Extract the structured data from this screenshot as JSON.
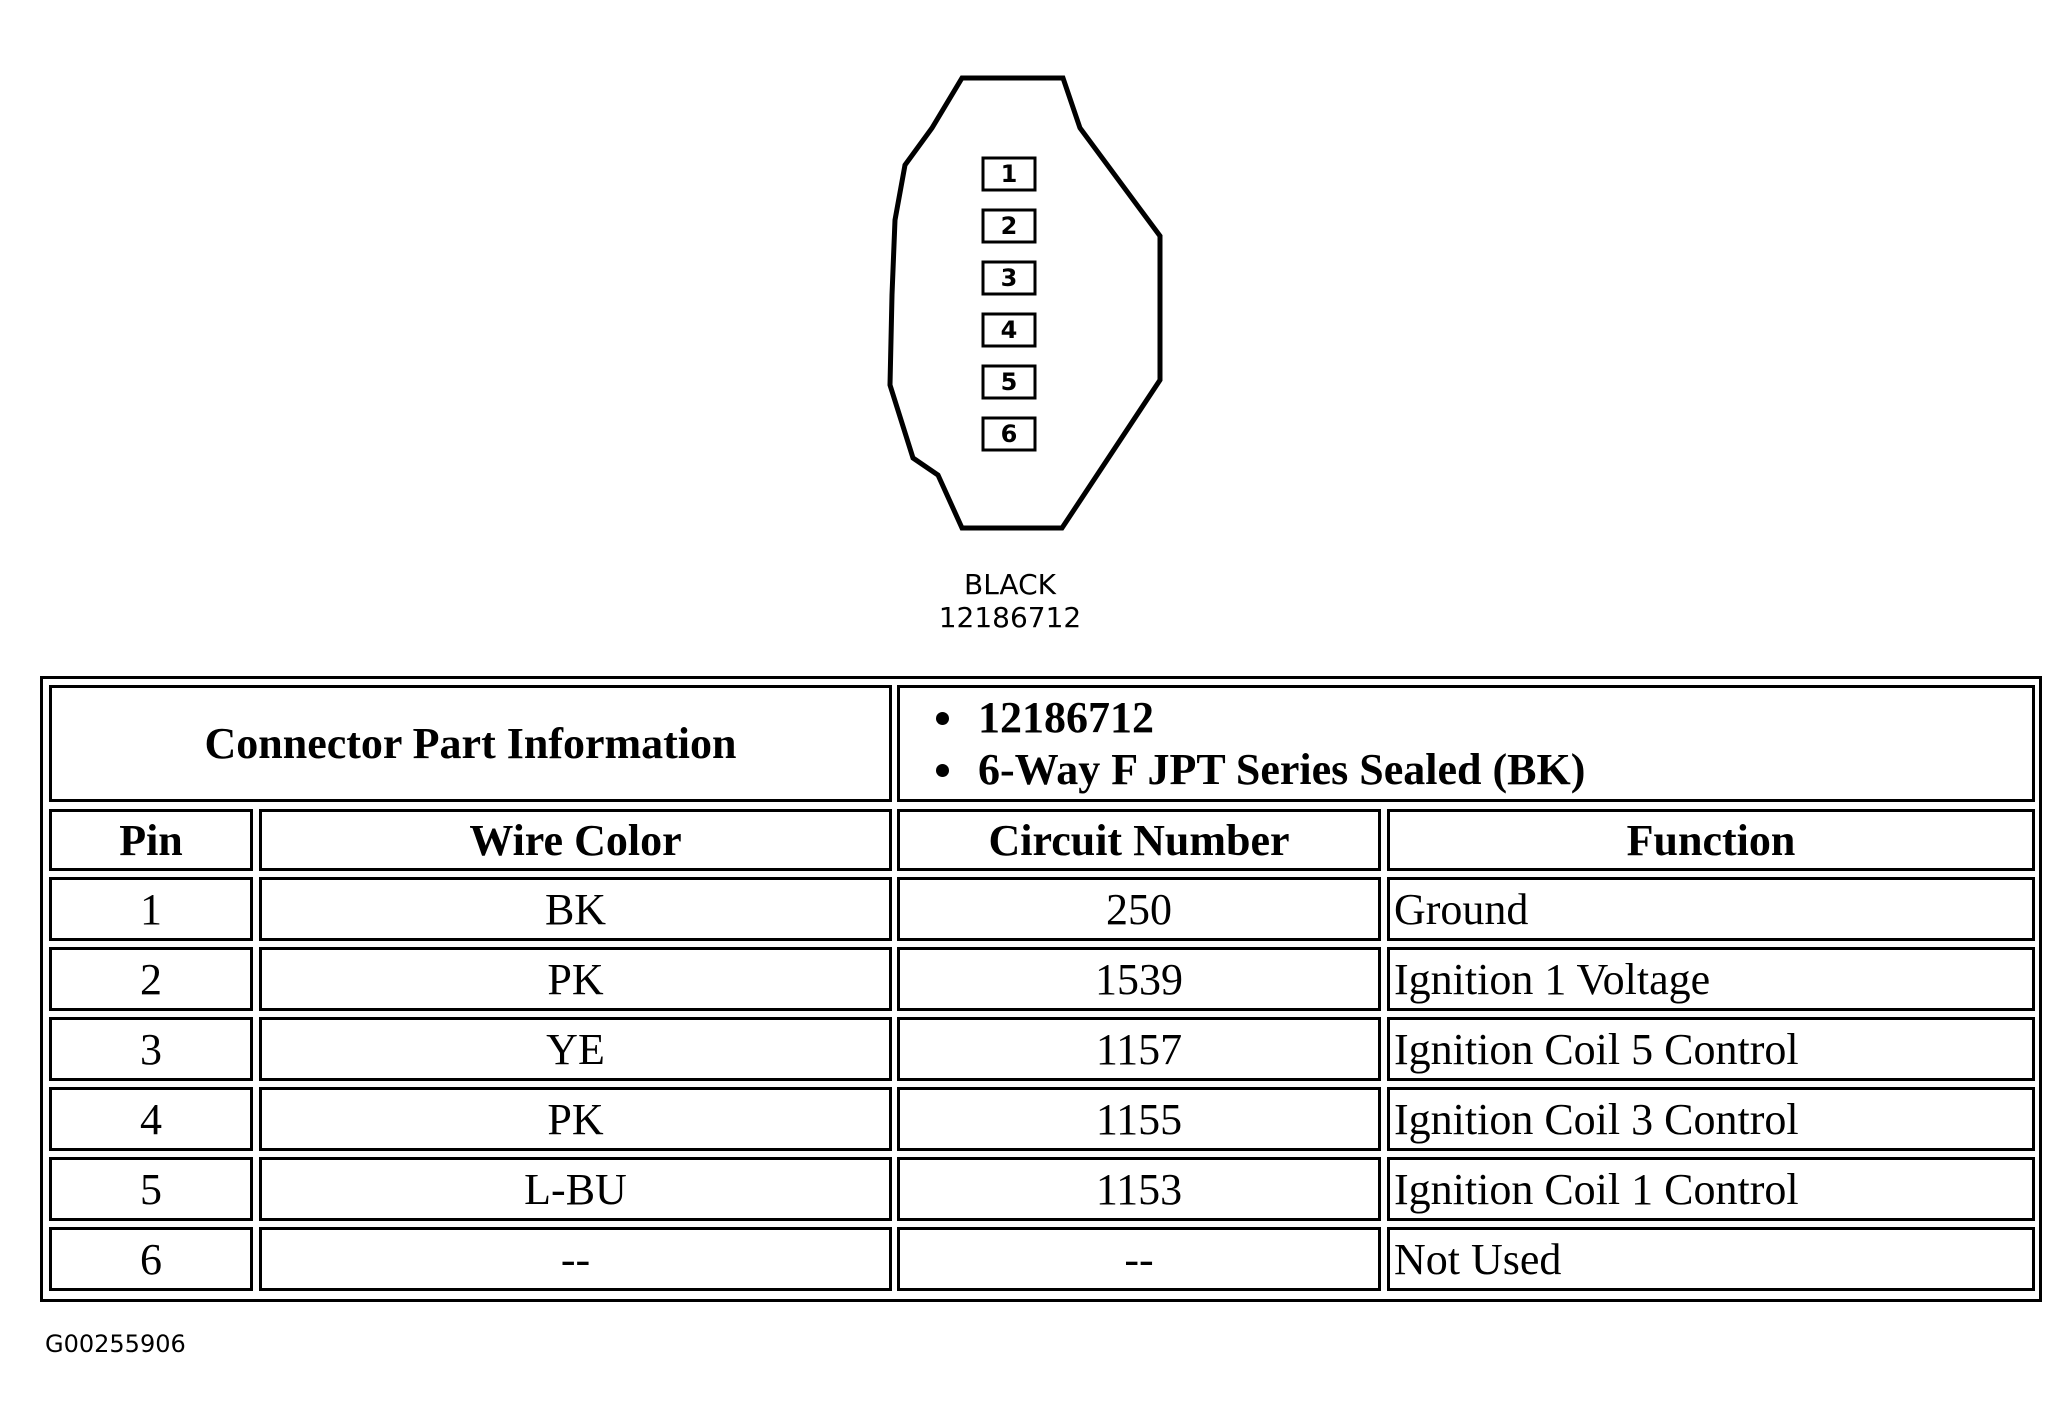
{
  "connector": {
    "color_label": "BLACK",
    "part_number": "12186712",
    "pins": [
      "1",
      "2",
      "3",
      "4",
      "5",
      "6"
    ]
  },
  "table": {
    "info_label": "Connector Part Information",
    "info_items": [
      "12186712",
      "6-Way F JPT Series Sealed (BK)"
    ],
    "columns": [
      "Pin",
      "Wire Color",
      "Circuit Number",
      "Function"
    ],
    "rows": [
      {
        "pin": "1",
        "wire_color": "BK",
        "circuit": "250",
        "function": "Ground"
      },
      {
        "pin": "2",
        "wire_color": "PK",
        "circuit": "1539",
        "function": "Ignition 1 Voltage"
      },
      {
        "pin": "3",
        "wire_color": "YE",
        "circuit": "1157",
        "function": "Ignition Coil 5 Control"
      },
      {
        "pin": "4",
        "wire_color": "PK",
        "circuit": "1155",
        "function": "Ignition Coil 3 Control"
      },
      {
        "pin": "5",
        "wire_color": "L-BU",
        "circuit": "1153",
        "function": "Ignition Coil 1 Control"
      },
      {
        "pin": "6",
        "wire_color": "--",
        "circuit": "--",
        "function": "Not Used"
      }
    ]
  },
  "figure_id": "G00255906"
}
